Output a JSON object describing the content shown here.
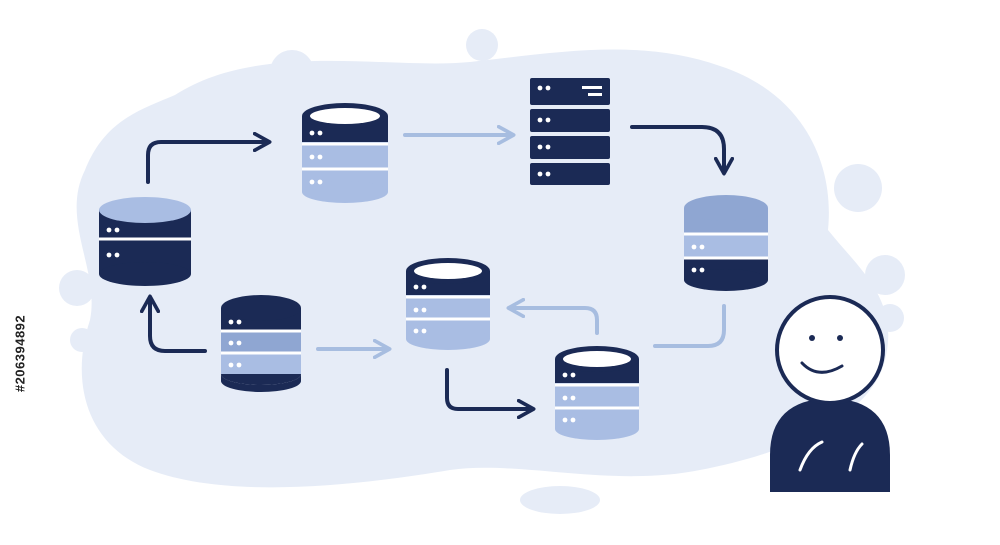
{
  "stock_id": "#206394892",
  "colors": {
    "navy": "#1b2a55",
    "light_blue": "#a9bde3",
    "mid_blue": "#8fa6d2",
    "pale_arrow": "#a7bde0",
    "blob": "#e6ecf7",
    "face": "#ffffff",
    "led": "#ffffff"
  },
  "diagram": {
    "nodes": [
      {
        "id": "db-left",
        "kind": "database"
      },
      {
        "id": "db-top",
        "kind": "database"
      },
      {
        "id": "server-rack",
        "kind": "server"
      },
      {
        "id": "db-right",
        "kind": "database"
      },
      {
        "id": "db-center",
        "kind": "database"
      },
      {
        "id": "db-bottom-left",
        "kind": "database"
      },
      {
        "id": "db-bottom-right",
        "kind": "database"
      }
    ],
    "edges": [
      {
        "from": "db-left",
        "to": "db-top",
        "style": "dark"
      },
      {
        "from": "db-top",
        "to": "server-rack",
        "style": "light"
      },
      {
        "from": "server-rack",
        "to": "db-right",
        "style": "dark"
      },
      {
        "from": "db-right",
        "to": "db-bottom-right",
        "style": "light"
      },
      {
        "from": "db-bottom-right",
        "to": "db-center",
        "style": "light"
      },
      {
        "from": "db-center",
        "to": "db-bottom-right",
        "style": "dark"
      },
      {
        "from": "db-bottom-left",
        "to": "db-center",
        "style": "light"
      },
      {
        "from": "db-bottom-left",
        "to": "db-left",
        "style": "dark"
      }
    ],
    "character": {
      "expression": "smiling"
    }
  }
}
